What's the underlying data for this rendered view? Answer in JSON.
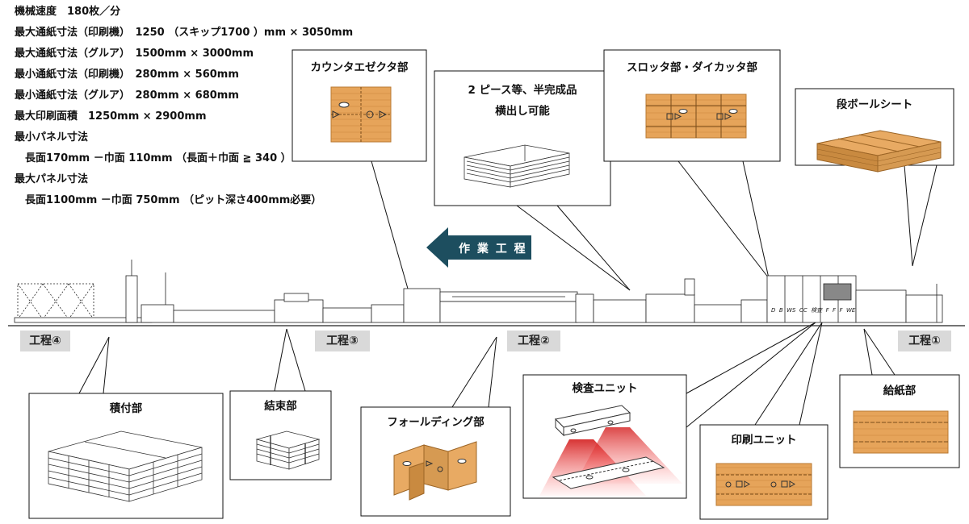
{
  "specs": [
    "機械速度　180枚／分",
    "最大通紙寸法（印刷機）　1250 （スキップ1700 ）mm × 3050mm",
    "最大通紙寸法（グルア）　1500mm × 3000mm",
    "最小通紙寸法（印刷機）　280mm × 560mm",
    "最小通紙寸法（グルア）　280mm × 680mm",
    "最大印刷面積　1250mm × 2900mm",
    "最小パネル寸法",
    "　長面170mm －巾面 110mm （長面＋巾面 ≧ 340 ）",
    "最大パネル寸法",
    "　長面1100mm －巾面 750mm （ピット深さ400mm必要）"
  ],
  "flow_label": "作 業 工 程",
  "steps": [
    "工程④",
    "工程③",
    "工程②",
    "工程①"
  ],
  "callouts": {
    "counter": "カウンタエゼクタ部",
    "half": [
      "2 ピース等、半完成品",
      "横出し可能"
    ],
    "slotter": "スロッタ部・ダイカッタ部",
    "board": "段ボールシート",
    "stack": "積付部",
    "bundle": "結束部",
    "fold": "フォールディング部",
    "inspect": "検査ユニット",
    "print": "印刷ユニット",
    "feed": "給紙部"
  },
  "machine_labels": "D  B  WS  CC  検査  F  F  F  WE",
  "colors": {
    "board": "#e6a45a",
    "board_dark": "#b97a33",
    "arrow": "#1d4e5f",
    "step_bg": "#d9d9d9"
  }
}
